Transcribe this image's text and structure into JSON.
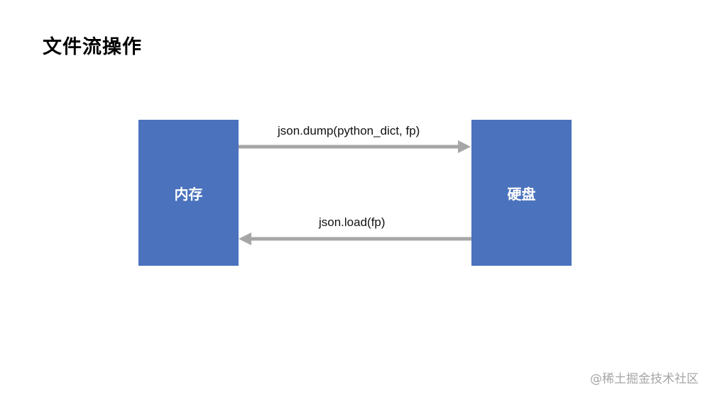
{
  "title": "文件流操作",
  "nodes": {
    "memory": {
      "label": "内存"
    },
    "disk": {
      "label": "硬盘"
    }
  },
  "edges": {
    "dump": {
      "label": "json.dump(python_dict, fp)",
      "from": "内存",
      "to": "硬盘"
    },
    "load": {
      "label": "json.load(fp)",
      "from": "硬盘",
      "to": "内存"
    }
  },
  "colors": {
    "box_fill": "#4a72bd",
    "arrow": "#a6a6a6"
  },
  "watermark": "@稀土掘金技术社区"
}
